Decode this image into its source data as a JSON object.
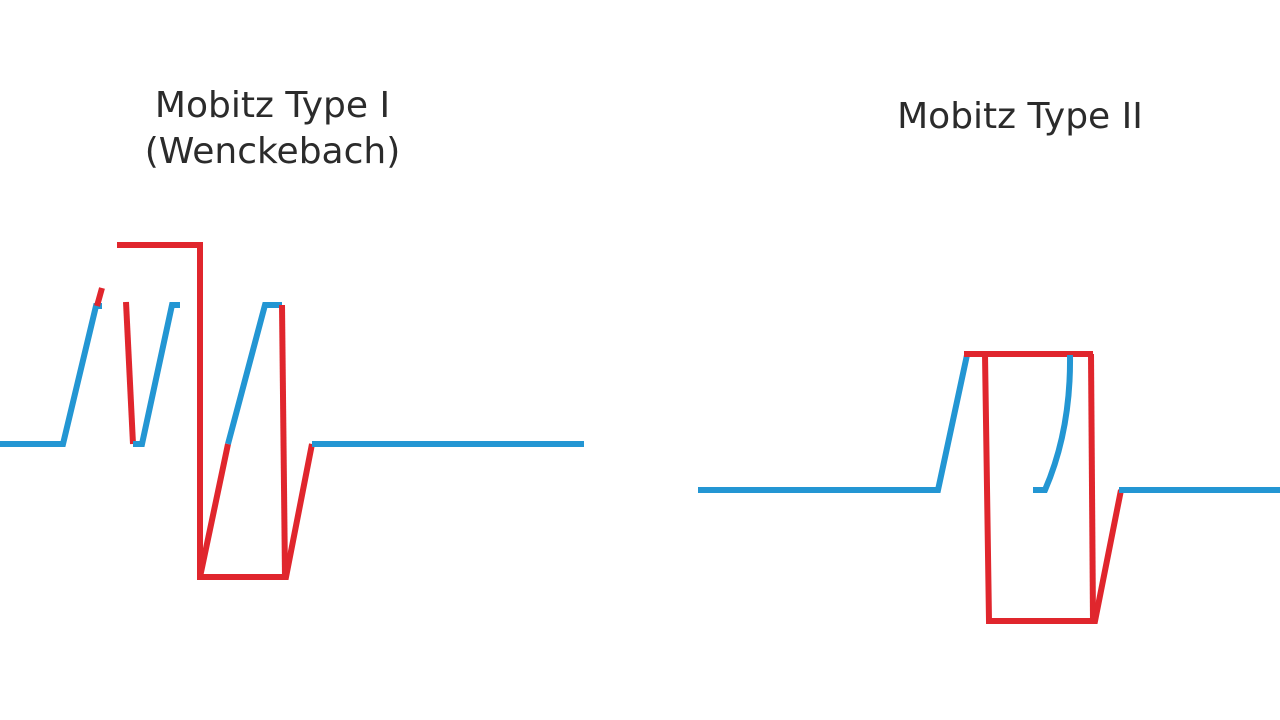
{
  "panels": {
    "left": {
      "title_line1": "Mobitz Type I",
      "title_line2": "(Wenckebach)"
    },
    "right": {
      "title": "Mobitz Type II"
    }
  },
  "colors": {
    "trace_blue": "#2396d3",
    "trace_red": "#e0262d",
    "background": "#ffffff",
    "text": "#2b2b2b"
  }
}
